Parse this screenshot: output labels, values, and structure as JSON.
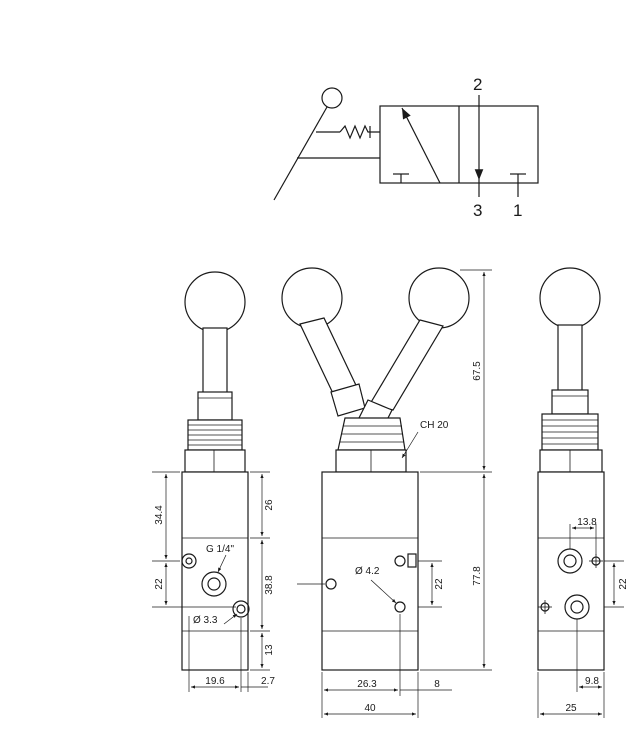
{
  "symbol": {
    "port_2": "2",
    "port_3": "3",
    "port_1": "1"
  },
  "dimensions": {
    "d34_4": "34.4",
    "d22_left": "22",
    "d26": "26",
    "d38_8": "38.8",
    "d13": "13",
    "thread": "G 1/4\"",
    "hole_3_3": "Ø 3.3",
    "d19_6": "19.6",
    "d2_7": "2.7",
    "ch20": "CH 20",
    "hole_4_2": "Ø 4.2",
    "d22_mid": "22",
    "d67_5": "67.5",
    "d77_8": "77.8",
    "d26_3": "26.3",
    "d8": "8",
    "d40": "40",
    "d13_8": "13.8",
    "d22_right": "22",
    "d9_8": "9.8",
    "d25": "25"
  }
}
